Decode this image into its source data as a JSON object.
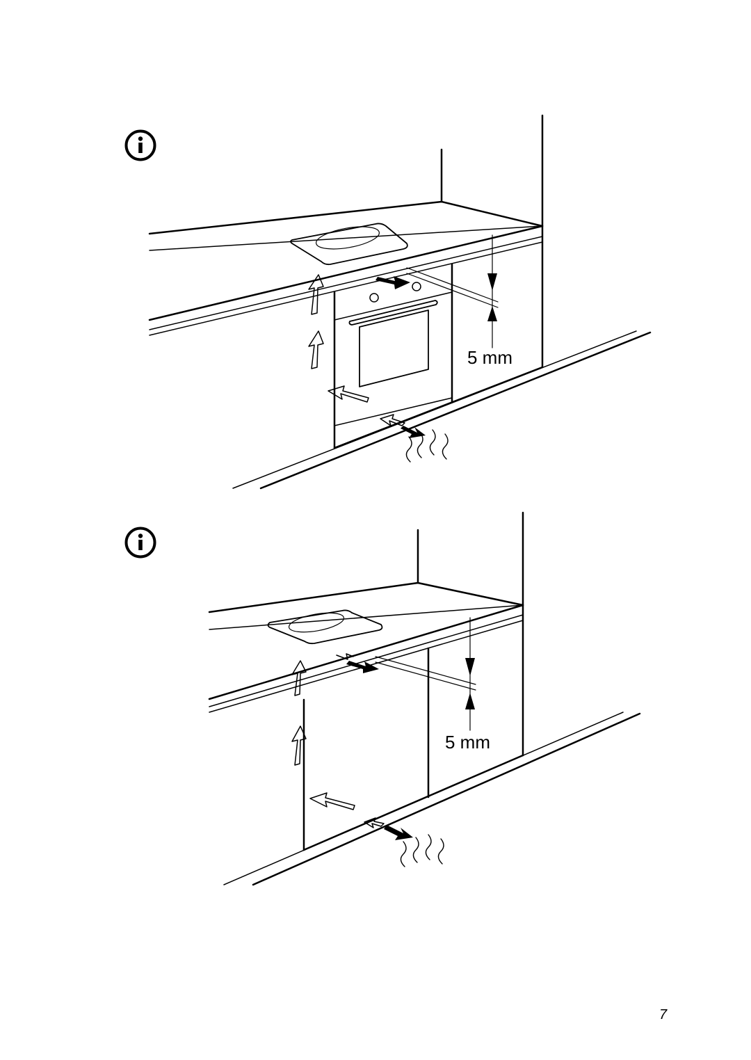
{
  "figure_top": {
    "icon": "info-icon",
    "gap_label": "5 mm"
  },
  "figure_bottom": {
    "icon": "info-icon",
    "gap_label": "5 mm"
  },
  "page_number": "7",
  "colors": {
    "ink": "#000000",
    "paper": "#ffffff"
  }
}
